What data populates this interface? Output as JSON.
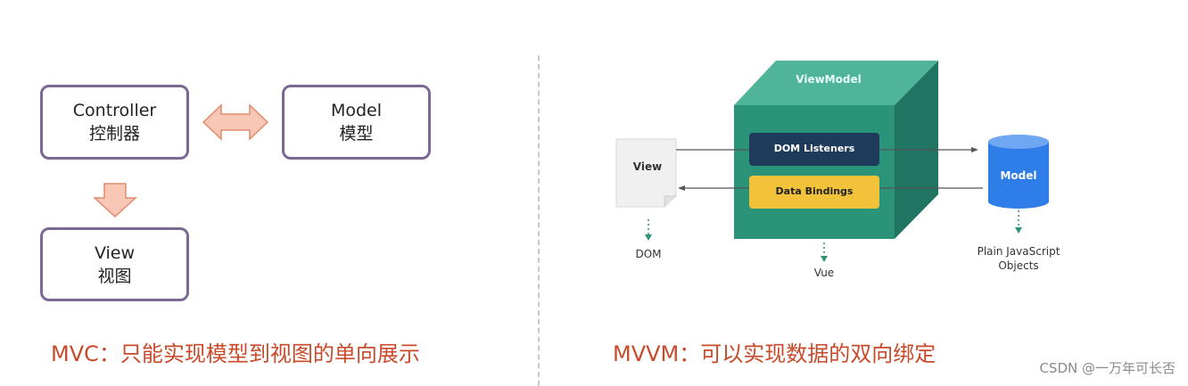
{
  "mvc": {
    "controller": {
      "en": "Controller",
      "zh": "控制器"
    },
    "model": {
      "en": "Model",
      "zh": "模型"
    },
    "view": {
      "en": "View",
      "zh": "视图"
    },
    "caption": "MVC：只能实现模型到视图的单向展示"
  },
  "mvvm": {
    "viewmodel": "ViewModel",
    "dom_listeners": "DOM Listeners",
    "data_bindings": "Data Bindings",
    "view": "View",
    "model": "Model",
    "dom": "DOM",
    "vue": "Vue",
    "plain_js": [
      "Plain JavaScript",
      "Objects"
    ],
    "caption": "MVVM：可以实现数据的双向绑定"
  },
  "watermark": "CSDN @一万年可长否",
  "colors": {
    "box_border": "#7a6a93",
    "arrow_fill": "#f9c7b6",
    "arrow_stroke": "#e08c6c",
    "caption": "#c94a2b",
    "cube_front": "#2b9378",
    "cube_top": "#4fb49a",
    "cube_side": "#1f7561",
    "dom_listeners_bg": "#1f3b5c",
    "data_bindings_bg": "#f2c23a",
    "model_cylinder": "#2f7de8"
  }
}
